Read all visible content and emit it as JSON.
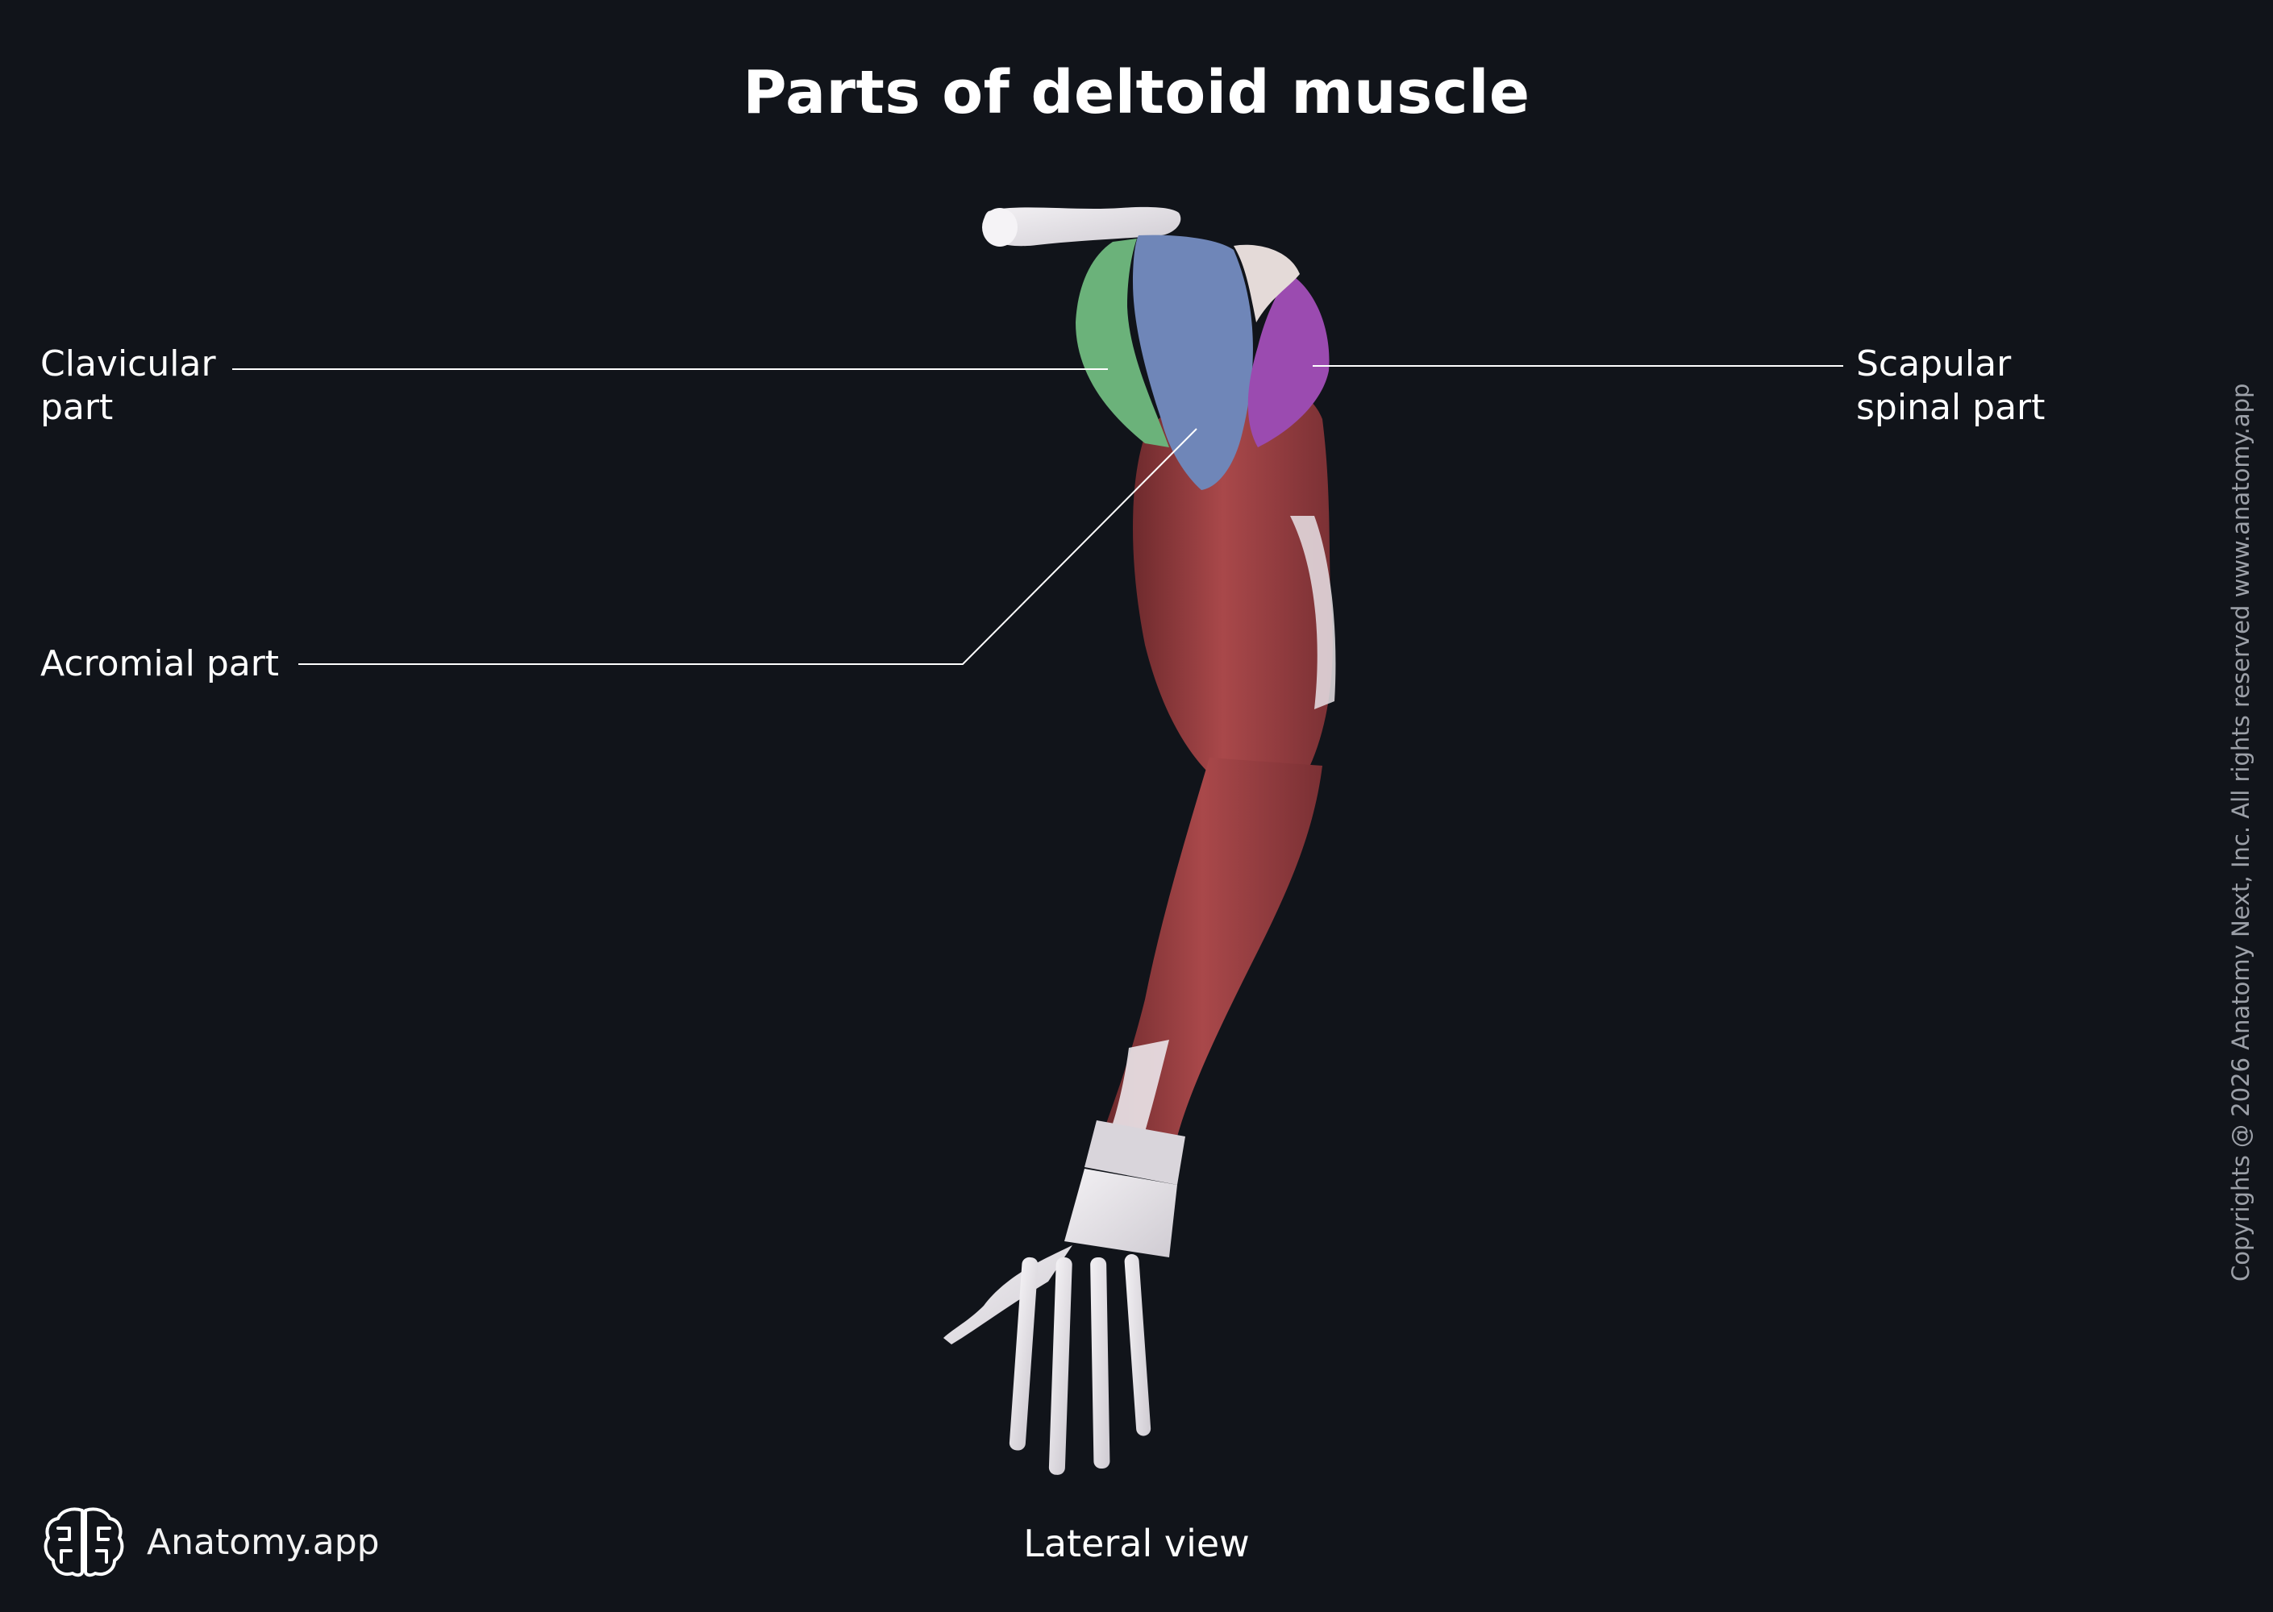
{
  "title": "Parts of deltoid muscle",
  "labels": {
    "clavicular": "Clavicular\npart",
    "acromial": "Acromial part",
    "scapular_spinal": "Scapular\nspinal part"
  },
  "view": "Lateral view",
  "brand": {
    "name": "Anatomy.app",
    "logo_icon": "brain-icon"
  },
  "copyright": "Copyrights @ 2026 Anatomy Next, Inc. All rights reserved www.anatomy.app",
  "colors": {
    "background": "#11141a",
    "clavicular_part": "#6bb27a",
    "acromial_part": "#6f86b8",
    "scapular_spinal_part": "#9b4bb0",
    "muscle": "#8e3a3c",
    "bone": "#e9e6ea",
    "leader_line": "#ffffff"
  }
}
